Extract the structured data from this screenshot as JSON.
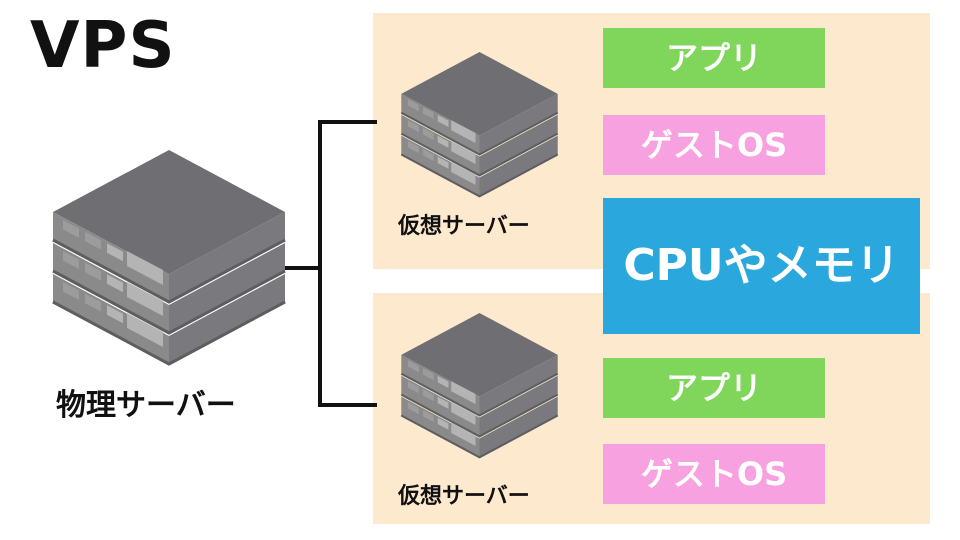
{
  "title": "VPS",
  "physical_server": {
    "label": "物理サーバー"
  },
  "virtual_servers": [
    {
      "label": "仮想サーバー",
      "app_label": "アプリ",
      "guest_os_label": "ゲストOS"
    },
    {
      "label": "仮想サーバー",
      "app_label": "アプリ",
      "guest_os_label": "ゲストOS"
    }
  ],
  "shared_resource": {
    "label": "CPUやメモリ"
  },
  "colors": {
    "panel_background": "#fdeace",
    "app_box": "#7fd65a",
    "guest_os_box": "#f8a1e0",
    "resource_box": "#2aa7dc",
    "server_top": "#6f6f73",
    "server_side": "#8a8a8a",
    "connector": "#111111"
  },
  "icons": [
    "server-rack-icon"
  ]
}
